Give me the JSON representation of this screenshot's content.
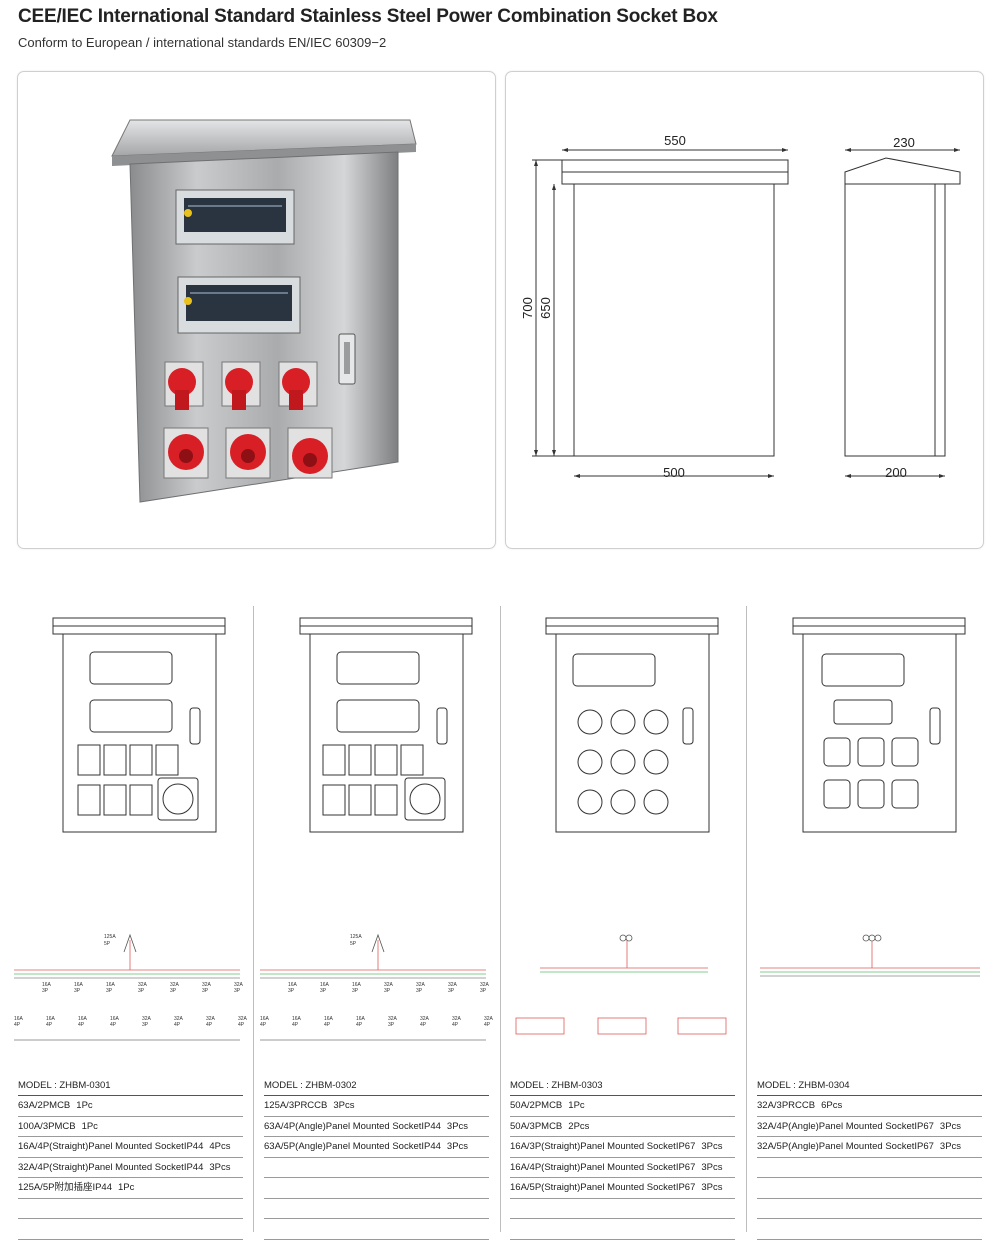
{
  "header": {
    "title": "CEE/IEC International Standard Stainless Steel Power Combination Socket Box",
    "subtitle": "Conform to European / international standards EN/IEC 60309−2"
  },
  "dimensions": {
    "front_width_top": "550",
    "front_width_bottom": "500",
    "height_total": "700",
    "height_body": "650",
    "side_depth_top": "230",
    "side_depth_bottom": "200"
  },
  "models": [
    {
      "name": "MODEL : ZHBM-0301",
      "circuit_top": [
        "125A",
        "5P"
      ],
      "circuit_labels": [
        [
          "16A",
          "3P"
        ],
        [
          "16A",
          "3P"
        ],
        [
          "16A",
          "3P"
        ],
        [
          "32A",
          "3P"
        ],
        [
          "32A",
          "3P"
        ],
        [
          "32A",
          "3P"
        ],
        [
          "32A",
          "3P"
        ]
      ],
      "circuit_labels_low": [
        [
          "16A",
          "4P"
        ],
        [
          "16A",
          "4P"
        ],
        [
          "16A",
          "4P"
        ],
        [
          "16A",
          "4P"
        ],
        [
          "32A",
          "3P"
        ],
        [
          "32A",
          "4P"
        ],
        [
          "32A",
          "4P"
        ],
        [
          "32A",
          "4P"
        ]
      ],
      "specs": [
        {
          "item": "63A/2PMCB",
          "qty": "1Pc"
        },
        {
          "item": "100A/3PMCB",
          "qty": "1Pc"
        },
        {
          "item": "16A/4P(Straight)Panel Mounted SocketIP44",
          "qty": "4Pcs"
        },
        {
          "item": "32A/4P(Straight)Panel Mounted SocketIP44",
          "qty": "3Pcs"
        },
        {
          "item": "125A/5P附加插座IP44",
          "qty": "1Pc"
        }
      ]
    },
    {
      "name": "MODEL : ZHBM-0302",
      "circuit_top": [
        "125A",
        "5P"
      ],
      "circuit_labels": [
        [
          "16A",
          "3P"
        ],
        [
          "16A",
          "3P"
        ],
        [
          "16A",
          "3P"
        ],
        [
          "32A",
          "3P"
        ],
        [
          "32A",
          "3P"
        ],
        [
          "32A",
          "3P"
        ],
        [
          "32A",
          "3P"
        ]
      ],
      "circuit_labels_low": [
        [
          "16A",
          "4P"
        ],
        [
          "16A",
          "4P"
        ],
        [
          "16A",
          "4P"
        ],
        [
          "16A",
          "4P"
        ],
        [
          "32A",
          "3P"
        ],
        [
          "32A",
          "4P"
        ],
        [
          "32A",
          "4P"
        ],
        [
          "32A",
          "4P"
        ]
      ],
      "specs": [
        {
          "item": "125A/3PRCCB",
          "qty": "3Pcs"
        },
        {
          "item": "63A/4P(Angle)Panel Mounted SocketIP44",
          "qty": "3Pcs"
        },
        {
          "item": "63A/5P(Angle)Panel Mounted SocketIP44",
          "qty": "3Pcs"
        }
      ]
    },
    {
      "name": "MODEL : ZHBM-0303",
      "specs": [
        {
          "item": "50A/2PMCB",
          "qty": "1Pc"
        },
        {
          "item": "50A/3PMCB",
          "qty": "2Pcs"
        },
        {
          "item": "16A/3P(Straight)Panel Mounted SocketIP67",
          "qty": "3Pcs"
        },
        {
          "item": "16A/4P(Straight)Panel Mounted SocketIP67",
          "qty": "3Pcs"
        },
        {
          "item": "16A/5P(Straight)Panel Mounted SocketIP67",
          "qty": "3Pcs"
        }
      ]
    },
    {
      "name": "MODEL : ZHBM-0304",
      "specs": [
        {
          "item": "32A/3PRCCB",
          "qty": "6Pcs"
        },
        {
          "item": "32A/4P(Angle)Panel Mounted SocketIP67",
          "qty": "3Pcs"
        },
        {
          "item": "32A/5P(Angle)Panel Mounted SocketIP67",
          "qty": "3Pcs"
        }
      ]
    }
  ]
}
